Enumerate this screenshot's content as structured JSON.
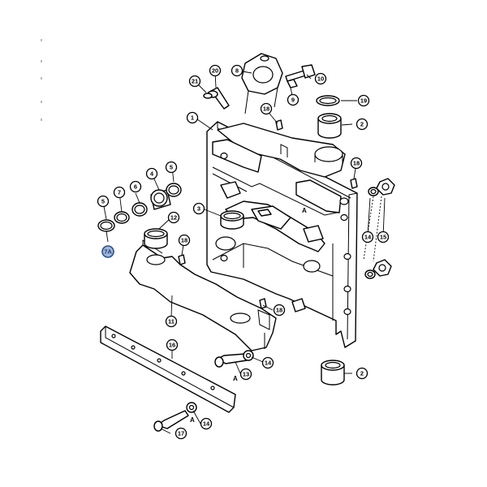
{
  "diagram": {
    "callouts": [
      {
        "id": "c1",
        "label": "1"
      },
      {
        "id": "c2a",
        "label": "2"
      },
      {
        "id": "c2b",
        "label": "2"
      },
      {
        "id": "c3",
        "label": "3"
      },
      {
        "id": "c4",
        "label": "4"
      },
      {
        "id": "c5a",
        "label": "5"
      },
      {
        "id": "c5b",
        "label": "5"
      },
      {
        "id": "c6",
        "label": "6"
      },
      {
        "id": "c7",
        "label": "7"
      },
      {
        "id": "c8",
        "label": "8"
      },
      {
        "id": "c9",
        "label": "9"
      },
      {
        "id": "c10",
        "label": "10"
      },
      {
        "id": "c11",
        "label": "11"
      },
      {
        "id": "c12",
        "label": "12"
      },
      {
        "id": "c13",
        "label": "13"
      },
      {
        "id": "c14a",
        "label": "14"
      },
      {
        "id": "c14b",
        "label": "14"
      },
      {
        "id": "c14c",
        "label": "14"
      },
      {
        "id": "c15",
        "label": "15"
      },
      {
        "id": "c16",
        "label": "16"
      },
      {
        "id": "c17",
        "label": "17"
      },
      {
        "id": "c18a",
        "label": "18"
      },
      {
        "id": "c18b",
        "label": "18"
      },
      {
        "id": "c18c",
        "label": "18"
      },
      {
        "id": "c18d",
        "label": "18"
      },
      {
        "id": "c19",
        "label": "19"
      },
      {
        "id": "c20",
        "label": "20"
      },
      {
        "id": "c21",
        "label": "21"
      },
      {
        "id": "c7a",
        "label": "7A",
        "highlighted": true
      }
    ],
    "view_markers": [
      "A",
      "A",
      "A"
    ]
  }
}
